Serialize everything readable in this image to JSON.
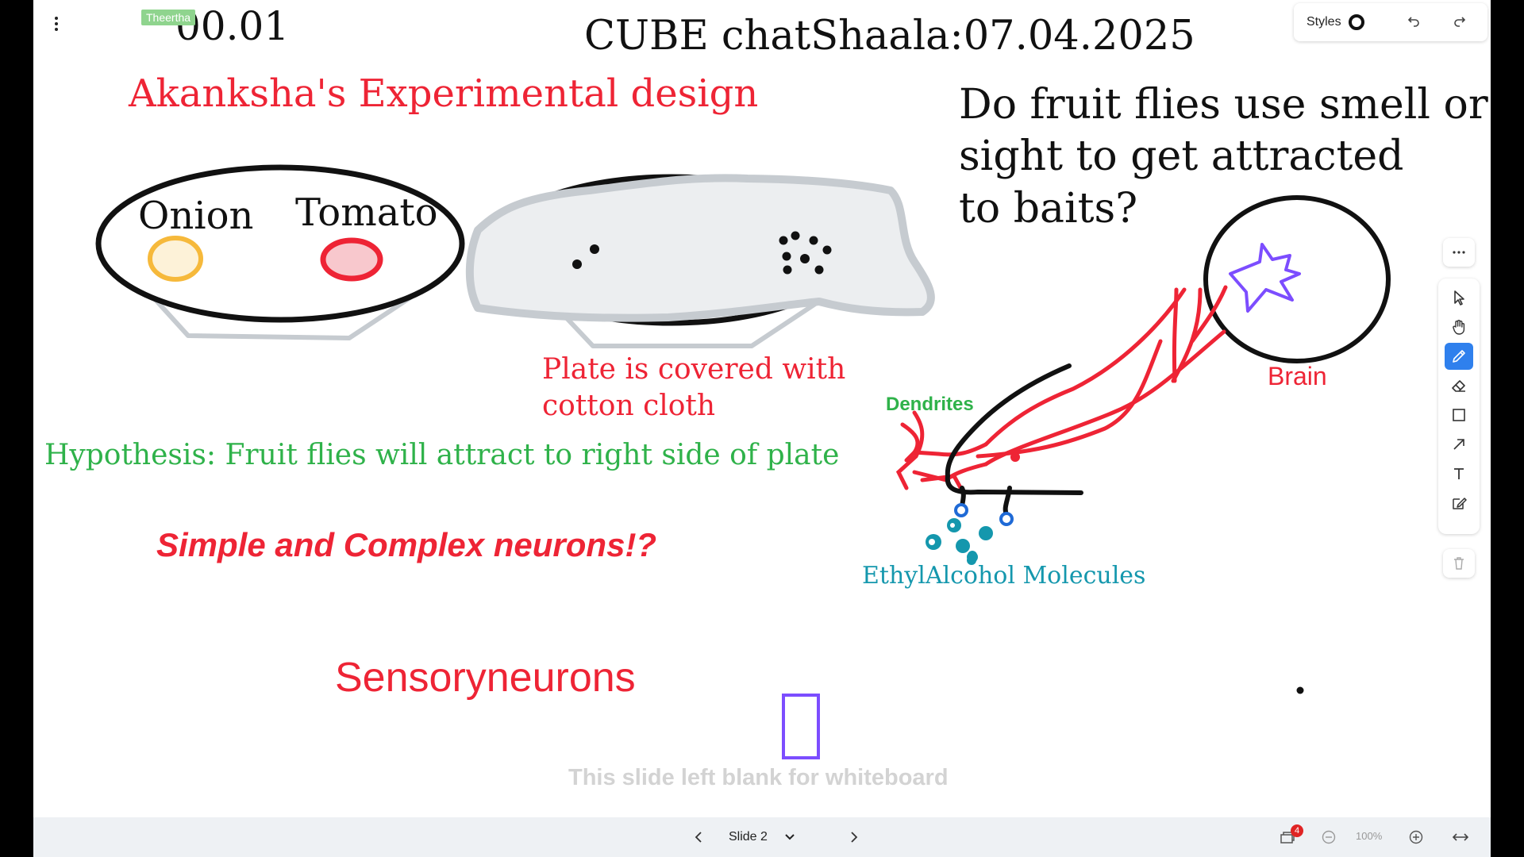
{
  "header": {
    "menu_icon": "vertical-ellipsis-icon",
    "slide_title": "CUBE chatShaala:07.04.2025",
    "timer": "00.01",
    "cursor_user": "Theertha"
  },
  "styles_panel": {
    "label": "Styles",
    "undo_icon": "undo-icon",
    "redo_icon": "redo-icon"
  },
  "canvas": {
    "heading": "Akanksha's Experimental design",
    "label_onion": "Onion",
    "label_tomato": "Tomato",
    "plate_note_line1": "Plate is covered with",
    "plate_note_line2": "cotton cloth",
    "hypothesis": "Hypothesis: Fruit flies will attract to right side of plate",
    "neurons_title": "Simple and Complex neurons!?",
    "sensory": "Sensoryneurons",
    "question_line1": "Do fruit flies use smell or",
    "question_line2": "sight to get attracted",
    "question_line3": "to baits?",
    "dendrites": "Dendrites",
    "brain": "Brain",
    "molecules": "EthylAlcohol Molecules",
    "blank_note": "This slide left blank for whiteboard"
  },
  "toolbar": {
    "more_icon": "horizontal-ellipsis-icon",
    "tools": [
      {
        "name": "select-tool",
        "icon": "cursor-icon"
      },
      {
        "name": "pan-tool",
        "icon": "hand-icon"
      },
      {
        "name": "draw-tool",
        "icon": "pencil-icon",
        "active": true
      },
      {
        "name": "eraser-tool",
        "icon": "eraser-icon"
      },
      {
        "name": "rectangle-tool",
        "icon": "rectangle-icon"
      },
      {
        "name": "arrow-tool",
        "icon": "arrow-icon"
      },
      {
        "name": "text-tool",
        "icon": "text-icon"
      },
      {
        "name": "note-tool",
        "icon": "note-icon"
      }
    ],
    "delete_icon": "trash-icon"
  },
  "bottom_bar": {
    "slide_label": "Slide 2",
    "notification_count": "4",
    "zoom": "100%"
  },
  "colors": {
    "red": "#ee2435",
    "green": "#2fb24a",
    "teal": "#1497ad",
    "purple": "#7c4dff",
    "accent": "#2f80ed"
  }
}
